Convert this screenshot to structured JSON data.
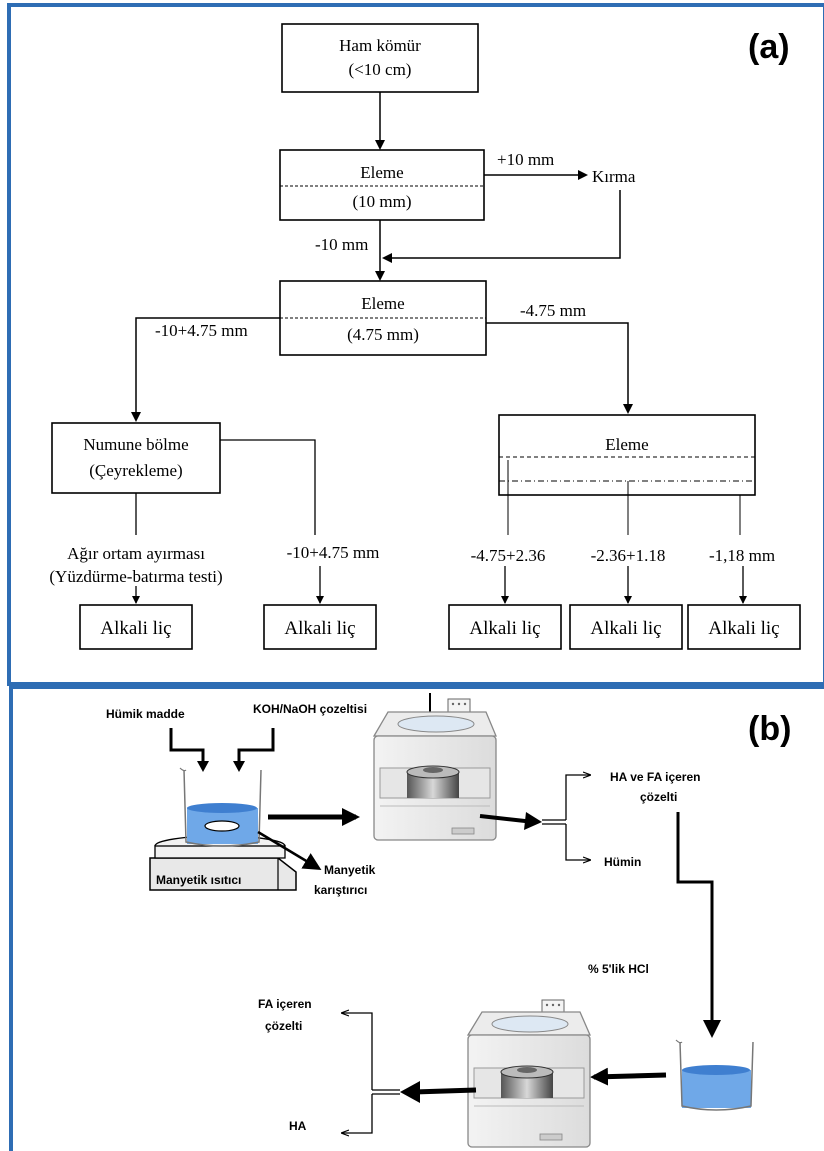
{
  "panel_a": {
    "label": "(a)",
    "raw_coal": {
      "line1": "Ham kömür",
      "line2": "(<10 cm)"
    },
    "screen1": {
      "title": "Eleme",
      "size": "(10 mm)"
    },
    "over10": "+10 mm",
    "crushing": "Kırma",
    "under10": "-10 mm",
    "screen2": {
      "title": "Eleme",
      "size": "(4.75 mm)"
    },
    "coarse_fraction": "-10+4.75 mm",
    "fine_fraction": "-4.75 mm",
    "sample_split": {
      "line1": "Numune bölme",
      "line2": "(Çeyrekleme)"
    },
    "heavy_media": {
      "line1": "Ağır ortam ayırması",
      "line2": "(Yüzdürme-batırma testi)"
    },
    "split_fraction": "-10+4.75 mm",
    "screen3": {
      "title": "Eleme"
    },
    "fractions": [
      "-4.75+2.36",
      "-2.36+1.18",
      "-1,18 mm"
    ],
    "leach": "Alkali liç"
  },
  "panel_b": {
    "label": "(b)",
    "humic": "Hümik madde",
    "koh": "KOH/NaOH çozeltisi",
    "heater": "Manyetik ısıtıcı",
    "stirrer": {
      "line1": "Manyetik",
      "line2": "karıştırıcı"
    },
    "ha_fa": {
      "line1": "HA ve FA içeren",
      "line2": "çözelti"
    },
    "humin": "Hümin",
    "hcl": "% 5'lik HCl",
    "fa": {
      "line1": "FA içeren",
      "line2": "çözelti"
    },
    "ha": "HA"
  },
  "colors": {
    "frame": "#2e6db4",
    "liquid": "#6fa8e8",
    "liquid_dark": "#3f7fd0"
  }
}
